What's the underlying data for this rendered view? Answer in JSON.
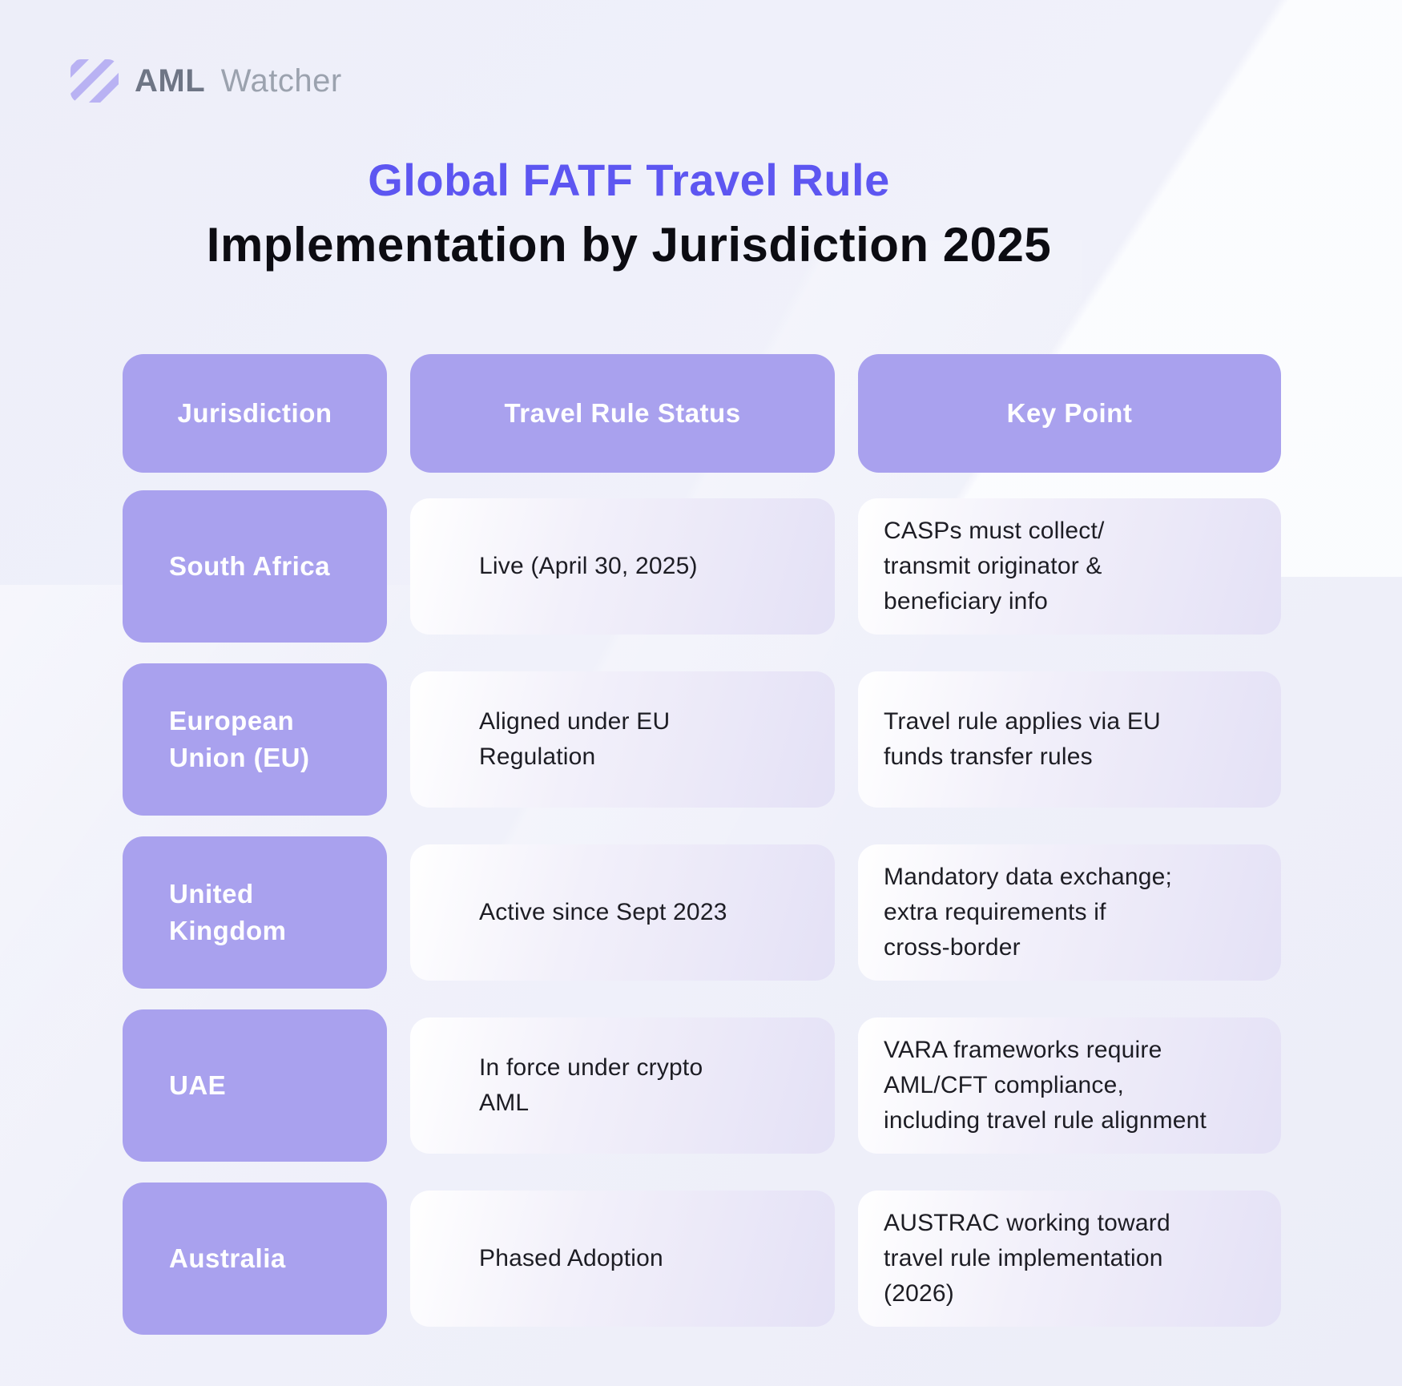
{
  "brand": {
    "name_bold": "AML",
    "name_light": "Watcher"
  },
  "title": {
    "line1": "Global FATF Travel Rule",
    "line2": "Implementation by Jurisdiction 2025"
  },
  "table": {
    "headers": [
      "Jurisdiction",
      "Travel Rule Status",
      "Key Point"
    ],
    "rows": [
      {
        "jurisdiction": "South Africa",
        "status": "Live (April 30, 2025)",
        "key_point": "CASPs must collect/\ntransmit originator &\nbeneficiary info"
      },
      {
        "jurisdiction": "European\nUnion (EU)",
        "status": "Aligned under EU\nRegulation",
        "key_point": "Travel rule applies via EU\nfunds transfer rules"
      },
      {
        "jurisdiction": "United\nKingdom",
        "status": "Active since Sept 2023",
        "key_point": "Mandatory data exchange;\nextra requirements if\ncross-border"
      },
      {
        "jurisdiction": "UAE",
        "status": "In force under crypto\nAML",
        "key_point": "VARA frameworks require\nAML/CFT compliance,\nincluding travel rule alignment"
      },
      {
        "jurisdiction": "Australia",
        "status": "Phased Adoption",
        "key_point": "AUSTRAC working toward\ntravel rule implementation\n(2026)"
      }
    ]
  },
  "colors": {
    "accent_purple": "#a9a1ee",
    "title_violet": "#5d56f1",
    "title_dark": "#0c0c12",
    "body_text": "#1d1d24",
    "cell_gradient_end": "#e4e1f6",
    "background": "#edeef9",
    "logo_stripe": "#b9b2f3",
    "logo_text_dark": "#6e7585",
    "logo_text_light": "#9ba2ae"
  }
}
